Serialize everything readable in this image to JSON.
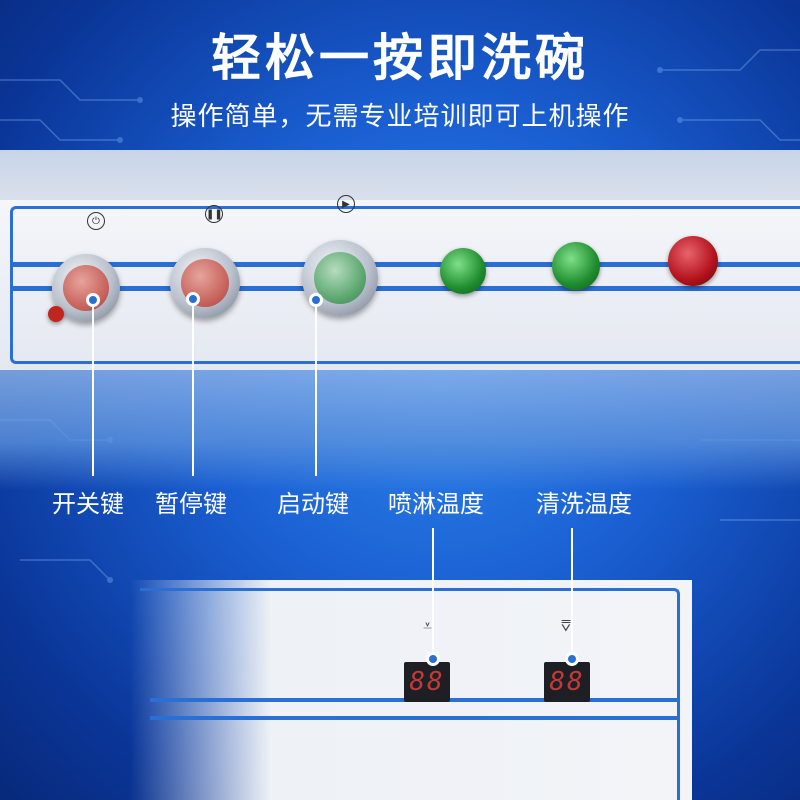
{
  "header": {
    "title": "轻松一按即洗碗",
    "subtitle": "操作简单，无需专业培训即可上机操作"
  },
  "control_panel": {
    "symbols": [
      "power-symbol",
      "pause-symbol",
      "play-symbol"
    ],
    "buttons": [
      {
        "label": "开关键",
        "color": "#c9665f"
      },
      {
        "label": "暂停键",
        "color": "#c9665f"
      },
      {
        "label": "启动键",
        "color": "#5fa972"
      }
    ],
    "indicator_lamps": [
      {
        "color": "#1e8c2e"
      },
      {
        "color": "#1e8c2e"
      },
      {
        "color": "#b3121c"
      }
    ]
  },
  "temperature_panel": {
    "items": [
      {
        "label": "喷淋温度",
        "reading": "88"
      },
      {
        "label": "清洗温度",
        "reading": "88"
      }
    ]
  },
  "colors": {
    "accent": "#2a6fd3",
    "background": "#0b3fa8",
    "display_digits": "#c23a35"
  }
}
